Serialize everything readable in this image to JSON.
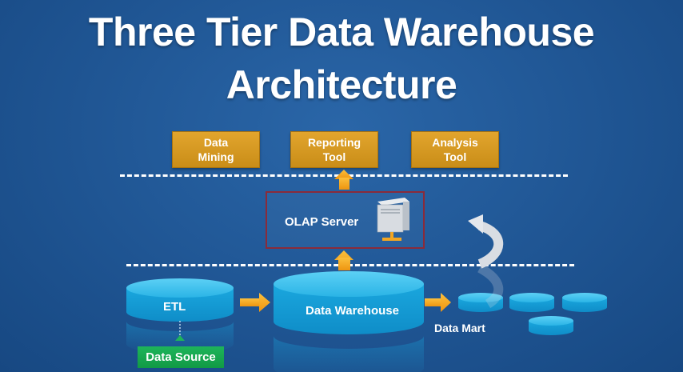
{
  "title": {
    "line1": "Three Tier Data Warehouse",
    "line2": "Architecture"
  },
  "tools": [
    {
      "label": "Data\nMining"
    },
    {
      "label": "Reporting\nTool"
    },
    {
      "label": "Analysis\nTool"
    }
  ],
  "olap": {
    "label": "OLAP Server"
  },
  "etl": {
    "label": "ETL"
  },
  "warehouse": {
    "label": "Data Warehouse"
  },
  "data_mart": {
    "label": "Data Mart"
  },
  "data_source": {
    "label": "Data Source"
  },
  "colors": {
    "background": "#1f5593",
    "tool_box": "#d99a22",
    "cylinder": "#19a8e0",
    "arrow": "#f5a21b",
    "olap_border": "#8a2b3a",
    "data_source": "#16a84f"
  },
  "icons": {
    "server": "server-icon",
    "return_arrow": "curved-return-arrow-icon"
  }
}
